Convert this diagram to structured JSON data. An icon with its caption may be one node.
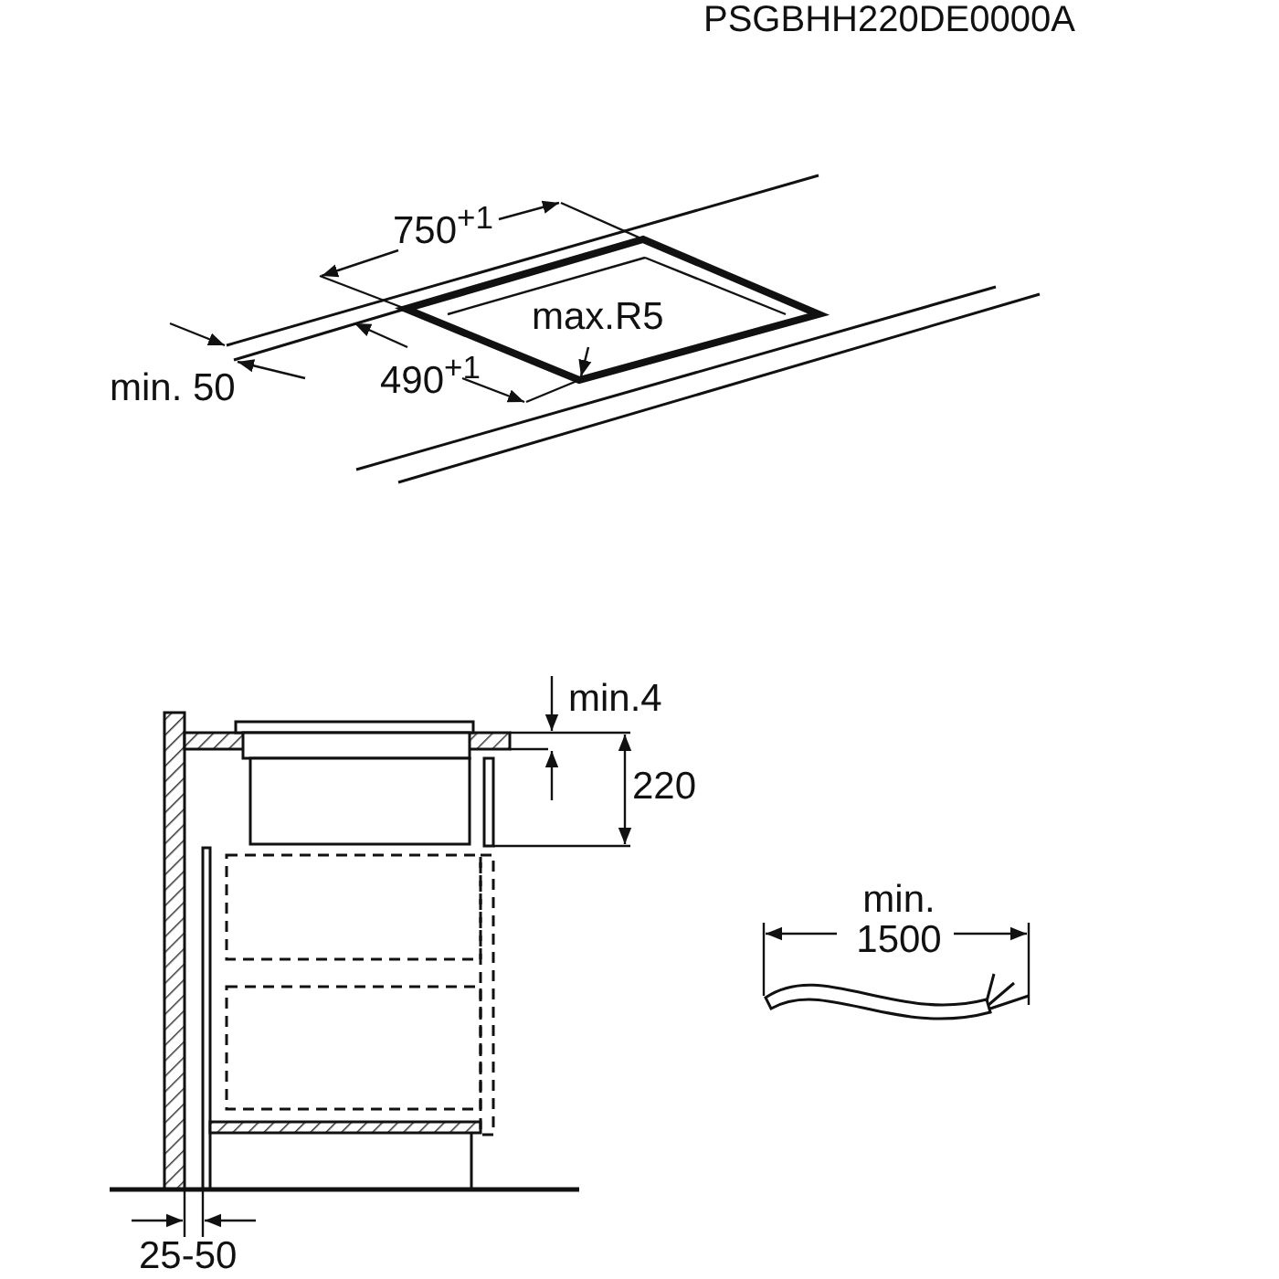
{
  "diagram": {
    "labels": [
      "PSGBHH220DE0000A",
      "750$^{+1}$",
      "max.R5",
      "490$^{+1}$",
      "min. 50",
      "min.4",
      "220",
      "min. 1500",
      "25-50"
    ]
  }
}
